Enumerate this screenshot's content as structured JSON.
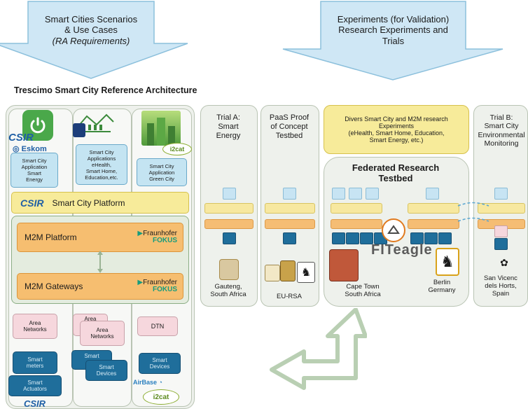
{
  "top_left_arrow": {
    "line1": "Smart Cities Scenarios",
    "line2": "& Use Cases",
    "line3": "(RA Requirements)"
  },
  "top_right_arrow": {
    "line1": "Experiments (for Validation)",
    "line2": "Research Experiments and",
    "line3": "Trials"
  },
  "diagram_title": "Trescimo Smart City Reference Architecture",
  "logos": {
    "csir": "CSIR",
    "eskom": "Eskom",
    "i2cat": "i2cat",
    "fiteagle": "FITeagle",
    "fraunhofer": "Fraunhofer",
    "fokus": "FOKUS",
    "airbase": "AirBase"
  },
  "apps": {
    "a1": {
      "l1": "Smart City",
      "l2": "Application",
      "l3": "Smart",
      "l4": "Energy"
    },
    "a2": {
      "l1": "Smart City",
      "l2": "Applications",
      "l3": "eHealth,",
      "l4": "Smart Home,",
      "l5": "Education,etc."
    },
    "a3": {
      "l1": "Smart City",
      "l2": "Application",
      "l3": "Green City"
    }
  },
  "platform": {
    "smart_city": "Smart City Platform",
    "m2m_platform": "M2M Platform",
    "m2m_gateways": "M2M Gateways"
  },
  "bottom": {
    "area1_l1": "Area",
    "area1_l2": "Networks",
    "area2_l1": "Area",
    "area2_l2": "Networks",
    "dtn": "DTN",
    "meters_l1": "Smart",
    "meters_l2": "meters",
    "actuators_l1": "Smart",
    "actuators_l2": "Actuators",
    "sm_back": "Smart",
    "devices_l1": "Smart",
    "devices_l2": "Devices",
    "devices3_l1": "Smart",
    "devices3_l2": "Devices"
  },
  "trial_a": {
    "l1": "Trial A:",
    "l2": "Smart",
    "l3": "Energy",
    "loc1": "Gauteng,",
    "loc2": "South Africa"
  },
  "paas": {
    "l1": "PaaS Proof",
    "l2": "of Concept",
    "l3": "Testbed",
    "loc": "EU-RSA"
  },
  "drivers": {
    "l1": "Divers Smart City and M2M research",
    "l2": "Experiments",
    "l3": "(eHealth, Smart Home, Education,",
    "l4": "Smart Energy, etc.)"
  },
  "federated": {
    "l1": "Federated Research",
    "l2": "Testbed",
    "cape1": "Cape Town",
    "cape2": "South Africa",
    "berlin1": "Berlin",
    "berlin2": "Germany"
  },
  "trial_b": {
    "l1": "Trial B:",
    "l2": "Smart City",
    "l3": "Environmental",
    "l4": "Monitoring",
    "loc1": "San Vicenc",
    "loc2": "dels Horts,",
    "loc3": "Spain"
  },
  "colors": {
    "arrow": "#cfe7f5",
    "yellow": "#f7eb9a",
    "orange": "#f6be70",
    "dark_blue": "#1f6e9b",
    "light_blue": "#c4e4f2",
    "pink": "#f6d7dd"
  }
}
